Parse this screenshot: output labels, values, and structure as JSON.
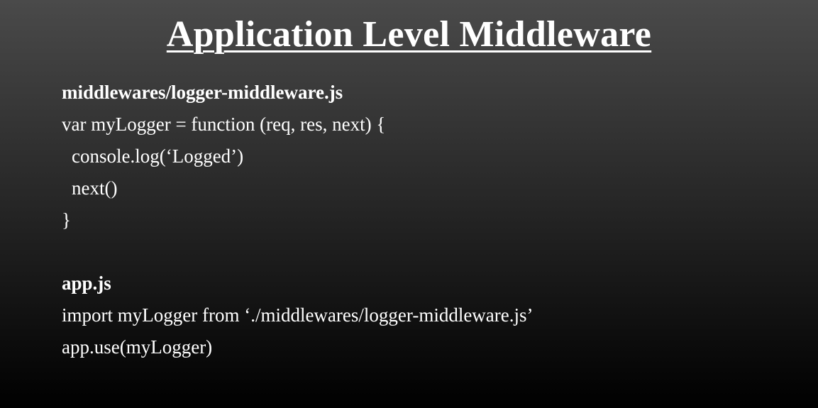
{
  "slide": {
    "title": "Application Level Middleware",
    "background_top": "#4a4a4a",
    "background_bottom": "#000000",
    "text_color": "#ffffff"
  },
  "sections": [
    {
      "filename": "middlewares/logger-middleware.js",
      "code": [
        "var myLogger = function (req, res, next) {",
        "console.log(‘Logged’)",
        "next()",
        "}"
      ]
    },
    {
      "filename": "app.js",
      "code": [
        "import myLogger from ‘./middlewares/logger-middleware.js’",
        "app.use(myLogger)"
      ]
    }
  ]
}
